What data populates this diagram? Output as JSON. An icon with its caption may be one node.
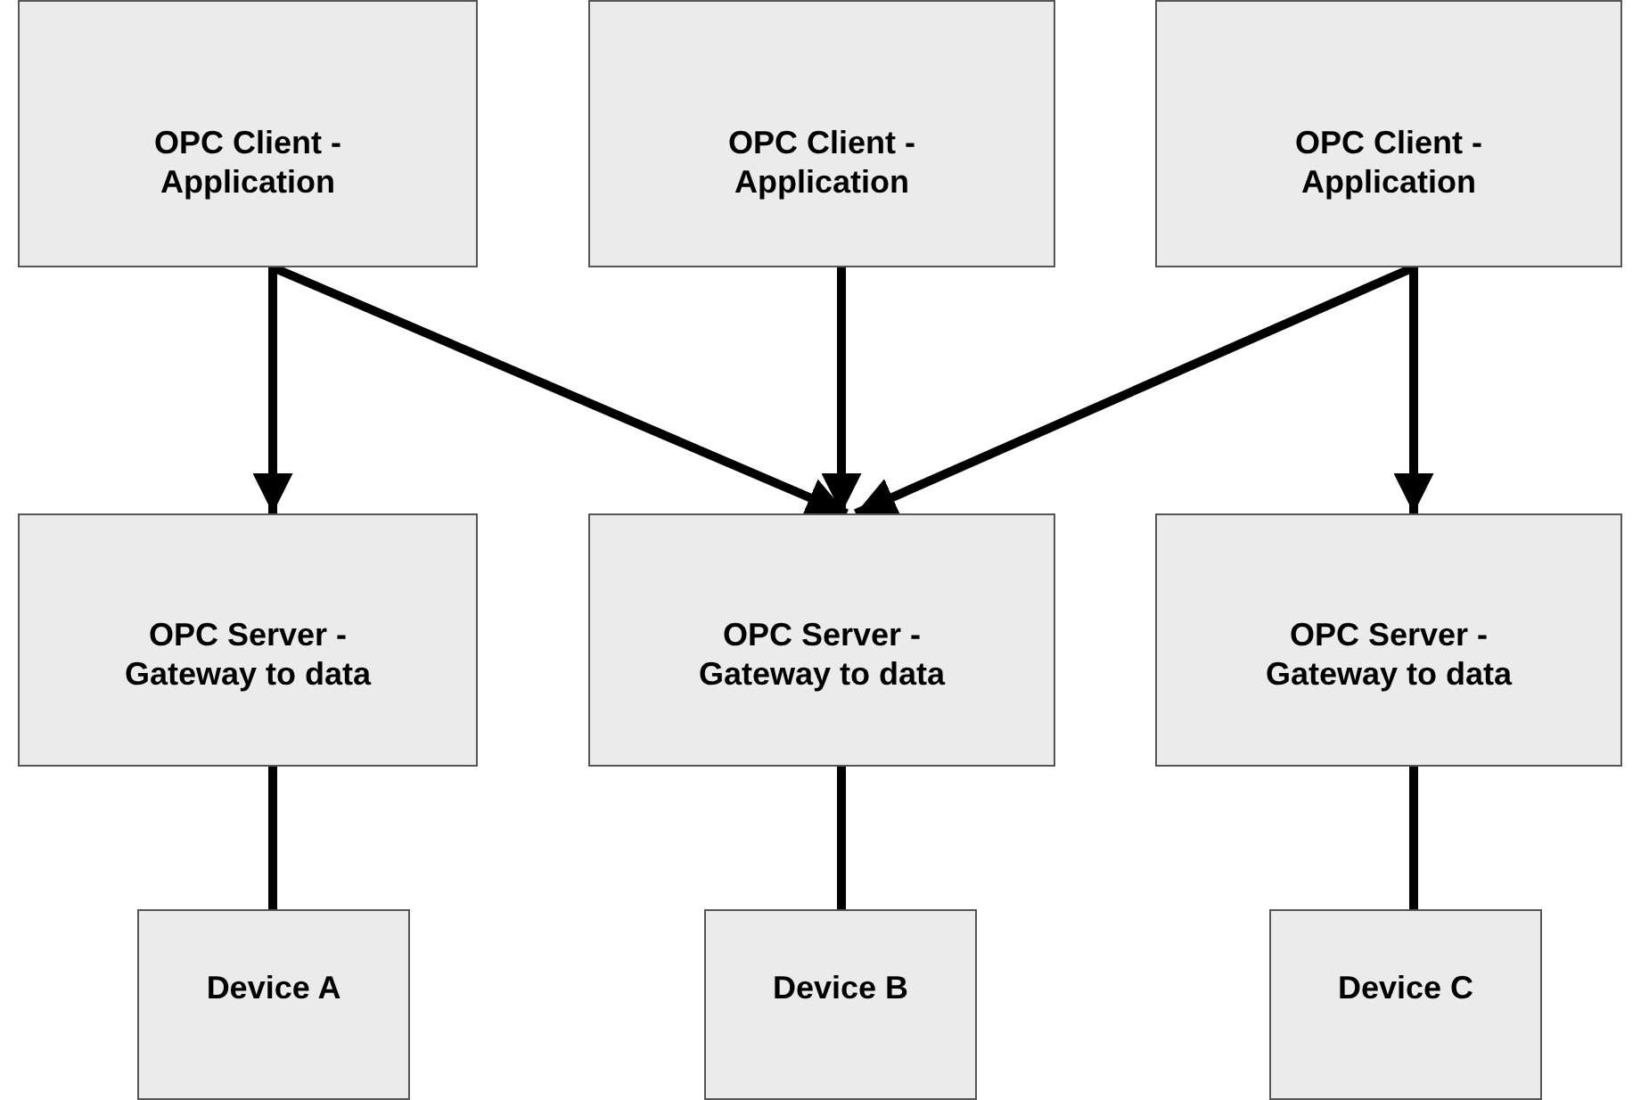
{
  "diagram": {
    "nodes": [
      {
        "text": [
          "OPC Client - Application"
        ]
      },
      {
        "text": [
          "OPC Client - Application"
        ]
      },
      {
        "text": [
          "OPC Client - Application"
        ]
      },
      {
        "text": [
          "OPC Server - Gateway to data"
        ]
      },
      {
        "text": [
          "OPC Server - Gateway to data"
        ]
      },
      {
        "text": [
          "OPC Server - Gateway to data"
        ]
      },
      {
        "text": [
          "Device A"
        ]
      },
      {
        "text": [
          "Device B"
        ]
      },
      {
        "text": [
          "Device C"
        ]
      }
    ],
    "edges": [
      {
        "from": 0,
        "to": 3,
        "arrow": "to"
      },
      {
        "from": 0,
        "to": 4,
        "arrow": "to"
      },
      {
        "from": 1,
        "to": 4,
        "arrow": "to"
      },
      {
        "from": 2,
        "to": 4,
        "arrow": "to"
      },
      {
        "from": 2,
        "to": 5,
        "arrow": "to"
      },
      {
        "from": 3,
        "to": 6,
        "arrow": "none"
      },
      {
        "from": 4,
        "to": 7,
        "arrow": "none"
      },
      {
        "from": 5,
        "to": 8,
        "arrow": "none"
      }
    ]
  }
}
